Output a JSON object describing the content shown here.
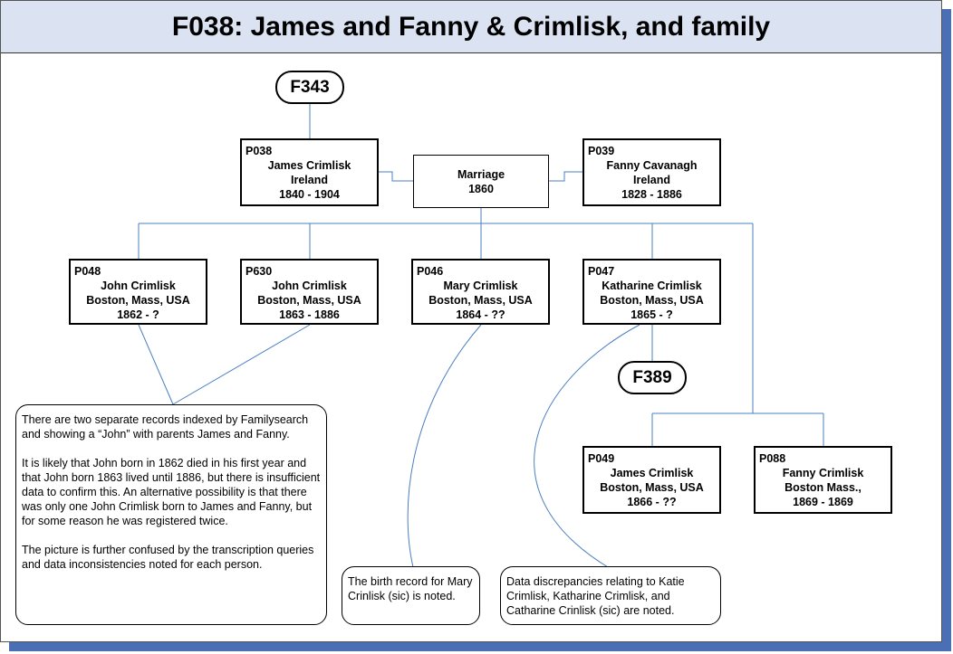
{
  "title": "F038: James and Fanny & Crimlisk, and family",
  "colors": {
    "shadow": "#4a6fb5",
    "title_bg": "#dbe3f2",
    "connector": "#4a7fc1"
  },
  "families": {
    "parent": "F343",
    "katharine": "F389"
  },
  "marriage": {
    "label": "Marriage",
    "year": "1860"
  },
  "people": {
    "p038": {
      "id": "P038",
      "name": "James Crimlisk",
      "place": "Ireland",
      "dates": "1840 - 1904"
    },
    "p039": {
      "id": "P039",
      "name": "Fanny Cavanagh",
      "place": "Ireland",
      "dates": "1828 - 1886"
    },
    "p048": {
      "id": "P048",
      "name": "John Crimlisk",
      "place": "Boston, Mass, USA",
      "dates": "1862 - ?"
    },
    "p630": {
      "id": "P630",
      "name": "John Crimlisk",
      "place": "Boston, Mass, USA",
      "dates": "1863 - 1886"
    },
    "p046": {
      "id": "P046",
      "name": "Mary Crimlisk",
      "place": "Boston, Mass, USA",
      "dates": "1864 - ??"
    },
    "p047": {
      "id": "P047",
      "name": "Katharine Crimlisk",
      "place": "Boston, Mass, USA",
      "dates": "1865 - ?"
    },
    "p049": {
      "id": "P049",
      "name": "James Crimlisk",
      "place": "Boston, Mass, USA",
      "dates": "1866 - ??"
    },
    "p088": {
      "id": "P088",
      "name": "Fanny Crimlisk",
      "place": "Boston Mass.,",
      "dates": "1869 - 1869"
    }
  },
  "notes": {
    "john": [
      "There are two separate records indexed by Familysearch and showing a “John” with parents James and Fanny.",
      "It is likely that John born in 1862 died in his first year and that John born 1863 lived until 1886, but there is insufficient data to confirm this.  An alternative possibility is that there was only one John Crimlisk born to James and Fanny, but for some reason he was registered twice.",
      "The picture is further confused by the transcription queries and data inconsistencies noted for each person."
    ],
    "mary": "The birth record for Mary Crinlisk (sic) is noted.",
    "katie": "Data discrepancies relating to Katie Crimlisk, Katharine Crimlisk, and Catharine Crinlisk (sic) are noted."
  }
}
